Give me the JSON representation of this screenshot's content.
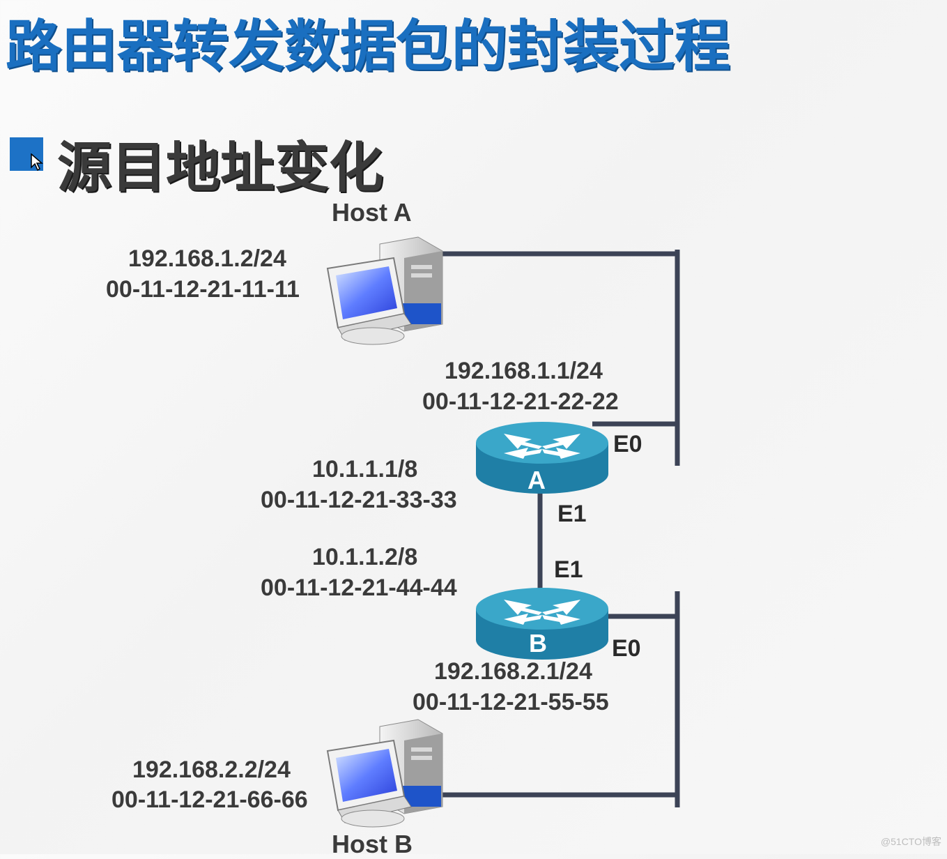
{
  "title": "路由器转发数据包的封装过程",
  "subtitle": "源目地址变化",
  "hosts": {
    "host_a": {
      "name": "Host A",
      "ip": "192.168.1.2/24",
      "mac": "00-11-12-21-11-11"
    },
    "host_b": {
      "name": "Host B",
      "ip": "192.168.2.2/24",
      "mac": "00-11-12-21-66-66"
    }
  },
  "routers": {
    "router_a": {
      "label": "A",
      "e0": {
        "name": "E0",
        "ip": "192.168.1.1/24",
        "mac": "00-11-12-21-22-22"
      },
      "e1": {
        "name": "E1",
        "ip": "10.1.1.1/8",
        "mac": "00-11-12-21-33-33"
      }
    },
    "router_b": {
      "label": "B",
      "e1": {
        "name": "E1",
        "ip": "10.1.1.2/8",
        "mac": "00-11-12-21-44-44"
      },
      "e0": {
        "name": "E0",
        "ip": "192.168.2.1/24",
        "mac": "00-11-12-21-55-55"
      }
    }
  },
  "watermark": "@51CTO博客",
  "colors": {
    "title": "#1a6fc0",
    "bullet": "#1d72c6",
    "line": "#3c4356",
    "router_top": "#3aa7c9",
    "router_side": "#1f7fa6"
  }
}
